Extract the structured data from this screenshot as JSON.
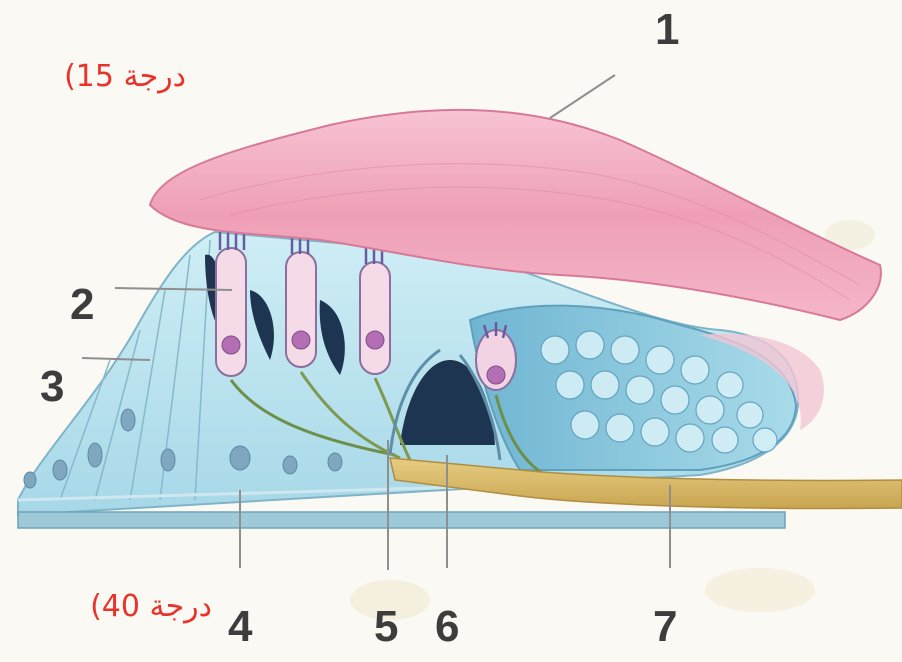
{
  "labels": {
    "n1": "1",
    "n2": "2",
    "n3": "3",
    "n4": "4",
    "n5": "5",
    "n6": "6",
    "n7": "7"
  },
  "annotations": {
    "top": "(15 درجة",
    "bottom": "(40 درجة"
  },
  "colors": {
    "tectorial_membrane": "#ee9fb6",
    "supporting_tissue": "#b9e2ec",
    "outer_cells": "#7ec3dc",
    "basilar_membrane": "#9ec9d8",
    "nerve_fibre": "#d8b866",
    "annotation_red": "#e8322a",
    "label_grey": "#3d3d3d"
  }
}
